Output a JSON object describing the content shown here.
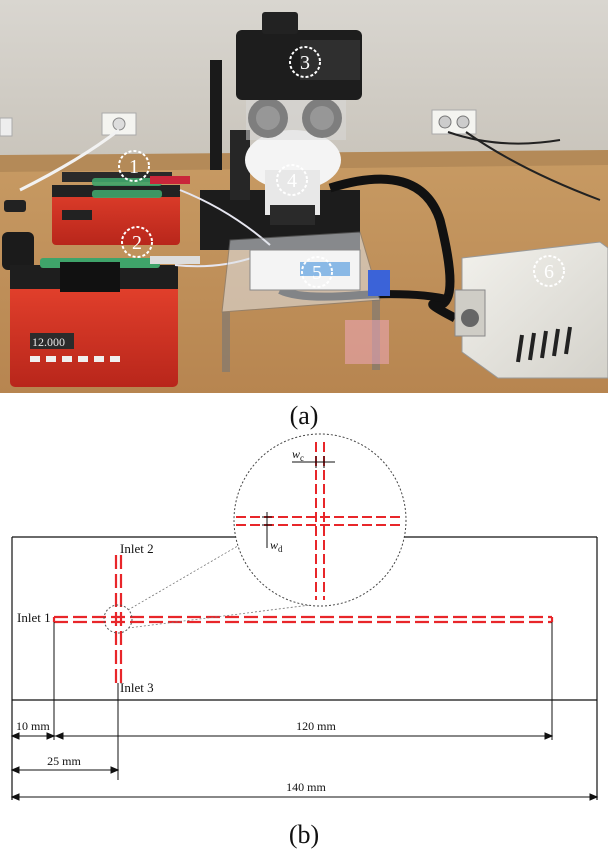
{
  "figure": {
    "panel_a_label": "(a)",
    "panel_b_label": "(b)"
  },
  "photo": {
    "markers": [
      {
        "id": "syringe-pump-top",
        "label": "1"
      },
      {
        "id": "syringe-pump-bottom",
        "label": "2"
      },
      {
        "id": "camera",
        "label": "3"
      },
      {
        "id": "microscope",
        "label": "4"
      },
      {
        "id": "microfluidic-chip",
        "label": "5"
      },
      {
        "id": "light-source",
        "label": "6"
      }
    ],
    "pump_display": "12.000"
  },
  "diagram": {
    "inlets": {
      "inlet1": "Inlet 1",
      "inlet2": "Inlet 2",
      "inlet3": "Inlet 3"
    },
    "zoom": {
      "wc_main": "w",
      "wc_sub": "c",
      "wd_main": "w",
      "wd_sub": "d"
    },
    "dimensions": {
      "d10": "10 mm",
      "d120": "120 mm",
      "d25": "25 mm",
      "d140": "140 mm"
    },
    "colors": {
      "channel": "#e8262a",
      "outline": "#111111"
    }
  }
}
